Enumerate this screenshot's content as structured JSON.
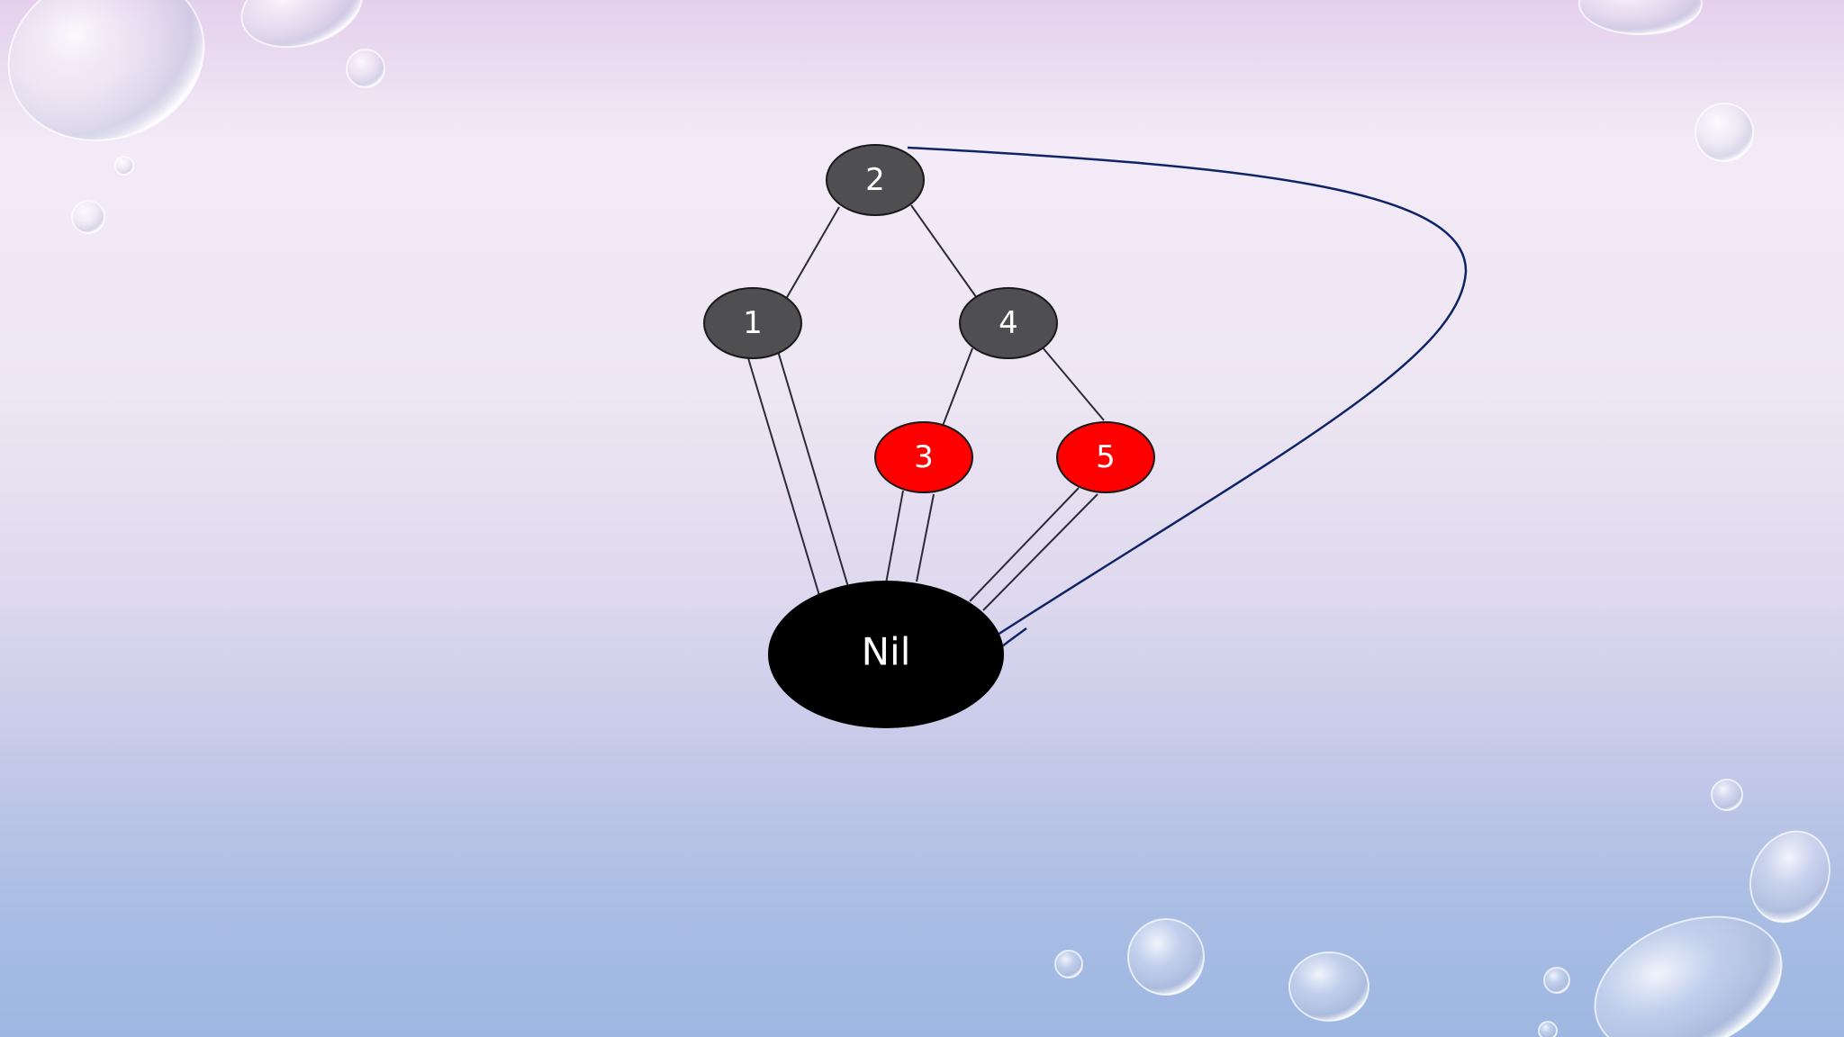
{
  "diagram": {
    "nodes": [
      {
        "id": "n2",
        "label": "2",
        "color": "black"
      },
      {
        "id": "n1",
        "label": "1",
        "color": "black"
      },
      {
        "id": "n4",
        "label": "4",
        "color": "black"
      },
      {
        "id": "n3",
        "label": "3",
        "color": "red"
      },
      {
        "id": "n5",
        "label": "5",
        "color": "red"
      }
    ],
    "tree_edges": [
      {
        "from": "2",
        "to": "1"
      },
      {
        "from": "2",
        "to": "4"
      },
      {
        "from": "4",
        "to": "3"
      },
      {
        "from": "4",
        "to": "5"
      }
    ],
    "nil_links": [
      {
        "from": "1",
        "count": 2
      },
      {
        "from": "3",
        "count": 2
      },
      {
        "from": "5",
        "count": 2
      },
      {
        "from": "2",
        "count": 1,
        "style": "curved-arrow"
      }
    ],
    "nil": {
      "label": "Nil"
    }
  },
  "colors": {
    "black_node": "#4f4f52",
    "red_node": "#ff0000",
    "nil_fill": "#000000",
    "edge": "#2a2a3a",
    "curve": "#0f2466",
    "background_top": "#e4d0ec",
    "background_bottom": "#9db7e2"
  }
}
